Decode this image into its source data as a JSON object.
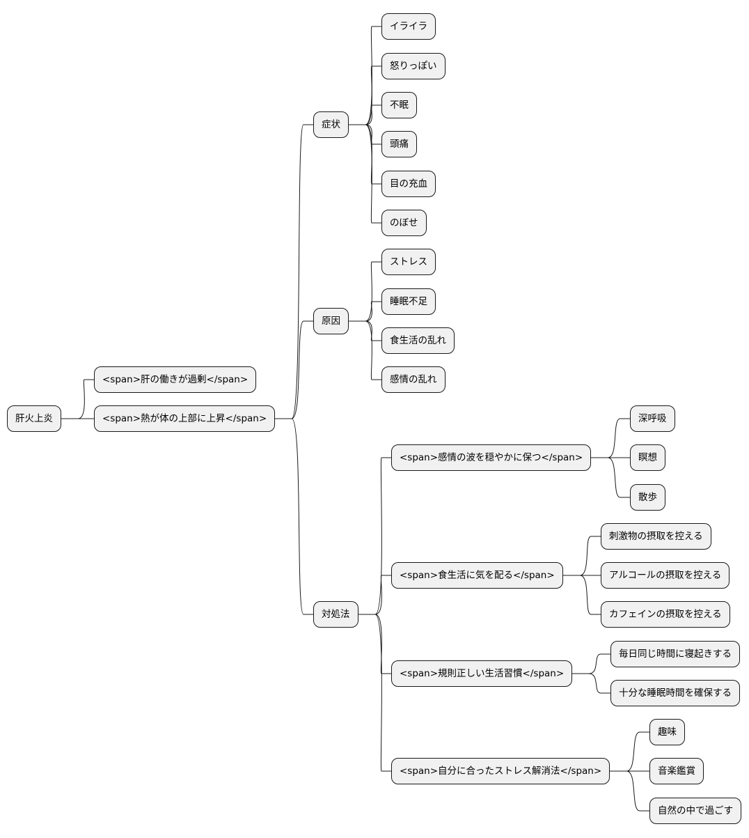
{
  "mindmap": {
    "root": "肝火上炎",
    "definitions": [
      "<span>肝の働きが過剰</span>",
      "<span>熱が体の上部に上昇</span>"
    ],
    "symptoms": {
      "label": "症状",
      "items": [
        "イライラ",
        "怒りっぽい",
        "不眠",
        "頭痛",
        "目の充血",
        "のぼせ"
      ]
    },
    "causes": {
      "label": "原因",
      "items": [
        "ストレス",
        "睡眠不足",
        "食生活の乱れ",
        "感情の乱れ"
      ]
    },
    "remedies": {
      "label": "対処法",
      "groups": [
        {
          "label": "<span>感情の波を穏やかに保つ</span>",
          "items": [
            "深呼吸",
            "瞑想",
            "散歩"
          ]
        },
        {
          "label": "<span>食生活に気を配る</span>",
          "items": [
            "刺激物の摂取を控える",
            "アルコールの摂取を控える",
            "カフェインの摂取を控える"
          ]
        },
        {
          "label": "<span>規則正しい生活習慣</span>",
          "items": [
            "毎日同じ時間に寝起きする",
            "十分な睡眠時間を確保する"
          ]
        },
        {
          "label": "<span>自分に合ったストレス解消法</span>",
          "items": [
            "趣味",
            "音楽鑑賞",
            "自然の中で過ごす"
          ]
        }
      ]
    }
  }
}
